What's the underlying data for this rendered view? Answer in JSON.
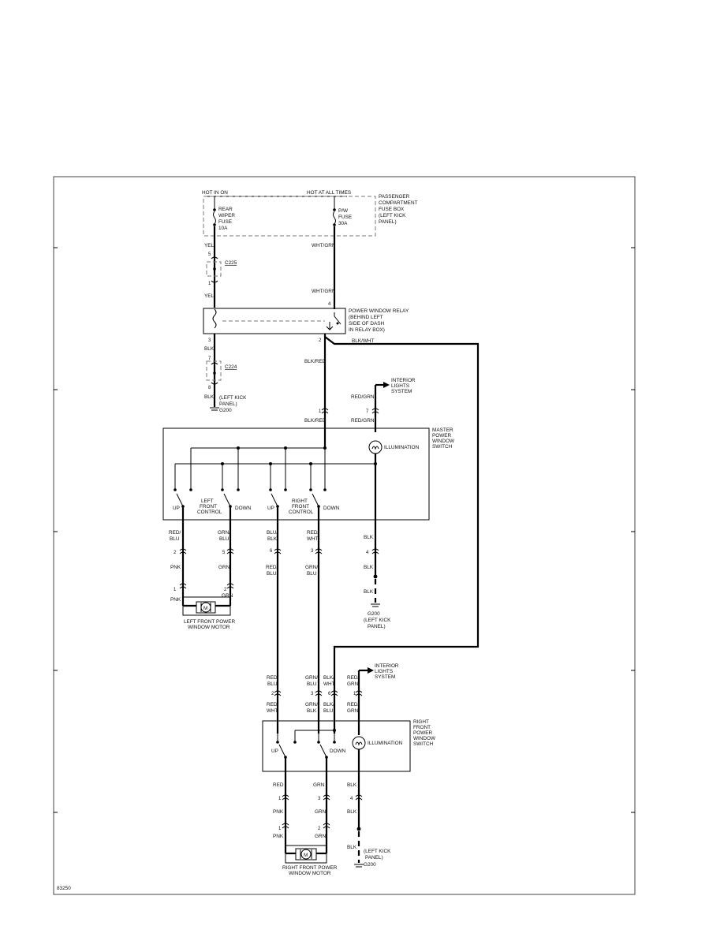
{
  "diagram_id": "83250",
  "sources": {
    "hot_in_on": "HOT IN ON",
    "hot_at_all_times": "HOT AT ALL TIMES",
    "fuse_box": [
      "PASSENGER",
      "COMPARTMENT",
      "FUSE BOX",
      "(LEFT KICK",
      "PANEL)"
    ],
    "rear_wiper_fuse": [
      "REAR",
      "WIPER",
      "FUSE",
      "10A"
    ],
    "pw_fuse": [
      "P/W",
      "FUSE",
      "30A"
    ]
  },
  "connectors": {
    "c225": "C225",
    "c224": "C224"
  },
  "relay": {
    "name": [
      "POWER WINDOW RELAY",
      "(BEHIND LEFT",
      "SIDE OF DASH",
      "IN RELAY BOX)"
    ]
  },
  "grounds": {
    "g200_left_kick_top": [
      "(LEFT KICK",
      "PANEL)",
      "G200"
    ],
    "g200_middle": [
      "G200",
      "(LEFT KICK",
      "PANEL)"
    ],
    "g200_bottom": [
      "(LEFT KICK",
      "PANEL)",
      "G200"
    ]
  },
  "interior_lights": [
    "INTERIOR",
    "LIGHTS",
    "SYSTEM"
  ],
  "master_switch": {
    "name": [
      "MASTER",
      "POWER",
      "WINDOW",
      "SWITCH"
    ],
    "illumination": "ILLUMINATION",
    "left_control": [
      "LEFT",
      "FRONT",
      "CONTROL"
    ],
    "right_control": [
      "RIGHT",
      "FRONT",
      "CONTROL"
    ],
    "up": "UP",
    "down": "DOWN"
  },
  "right_switch": {
    "name": [
      "RIGHT",
      "FRONT",
      "POWER",
      "WINDOW",
      "SWITCH"
    ],
    "illumination": "ILLUMINATION",
    "up": "UP",
    "down": "DOWN"
  },
  "motors": {
    "left": [
      "LEFT FRONT POWER",
      "WINDOW MOTOR"
    ],
    "right": [
      "RIGHT FRONT POWER",
      "WINDOW MOTOR"
    ],
    "symbol": "M"
  },
  "wires": {
    "yel": "YEL",
    "wht_grn": "WHT/GRN",
    "blk": "BLK",
    "blk_wht": "BLK/WHT",
    "blk_red": "BLK/RED",
    "red_grn": "RED/GRN",
    "red_slash": "RED/",
    "grn_slash": "GRN/",
    "blu_slash": "BLU/",
    "blk_slash": "BLK/",
    "blu": "BLU",
    "wht": "WHT",
    "blk2": "BLK",
    "grn2": "GRN",
    "pnk": "PNK",
    "grn": "GRN",
    "red": "RED"
  },
  "pins": {
    "p1": "1",
    "p2": "2",
    "p3": "3",
    "p4": "4",
    "p5": "5",
    "p6": "6",
    "p7": "7",
    "p8": "8"
  }
}
